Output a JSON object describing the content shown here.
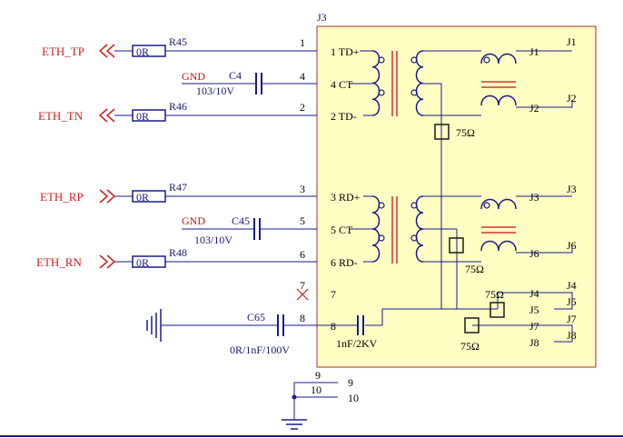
{
  "component": {
    "designator": "J3",
    "pins_left": [
      "1",
      "4",
      "2",
      "3",
      "5",
      "6",
      "7",
      "8"
    ],
    "pin_names": [
      "1 TD+",
      "4 CT",
      "2 TD-",
      "3 RD+",
      "5 CT",
      "6 RD-",
      "7",
      "8"
    ],
    "pins_right": [
      "J1",
      "J2",
      "J3",
      "J6",
      "J4",
      "J5",
      "J7",
      "J8"
    ],
    "inner_right_labels": [
      "J1",
      "J2",
      "J3",
      "J6",
      "J4",
      "J5",
      "J7",
      "J8"
    ],
    "terminations": [
      "75Ω",
      "75Ω",
      "75Ω",
      "75Ω"
    ],
    "hv_cap": "1nF/2KV",
    "bottom_pins": [
      "9",
      "10"
    ],
    "bottom_pin_numbers": [
      "9",
      "10"
    ]
  },
  "nets": {
    "tp": "ETH_TP",
    "tn": "ETH_TN",
    "rp": "ETH_RP",
    "rn": "ETH_RN"
  },
  "resistors": [
    {
      "ref": "R45",
      "value": "0R"
    },
    {
      "ref": "R46",
      "value": "0R"
    },
    {
      "ref": "R47",
      "value": "0R"
    },
    {
      "ref": "R48",
      "value": "0R"
    }
  ],
  "capacitors": [
    {
      "ref": "C4",
      "value": "103/10V",
      "net": "GND"
    },
    {
      "ref": "C45",
      "value": "103/10V",
      "net": "GND"
    },
    {
      "ref": "C65",
      "value": "0R/1nF/100V"
    }
  ],
  "no_connect_pin": "7",
  "colors": {
    "wire": "#1a1a8c",
    "body_fill": "#ffffc4",
    "body_stroke": "#a03030",
    "net_label": "#d42020",
    "text": "#1a1a6e",
    "coil": "#1a1a8c",
    "core": "#d43030"
  }
}
